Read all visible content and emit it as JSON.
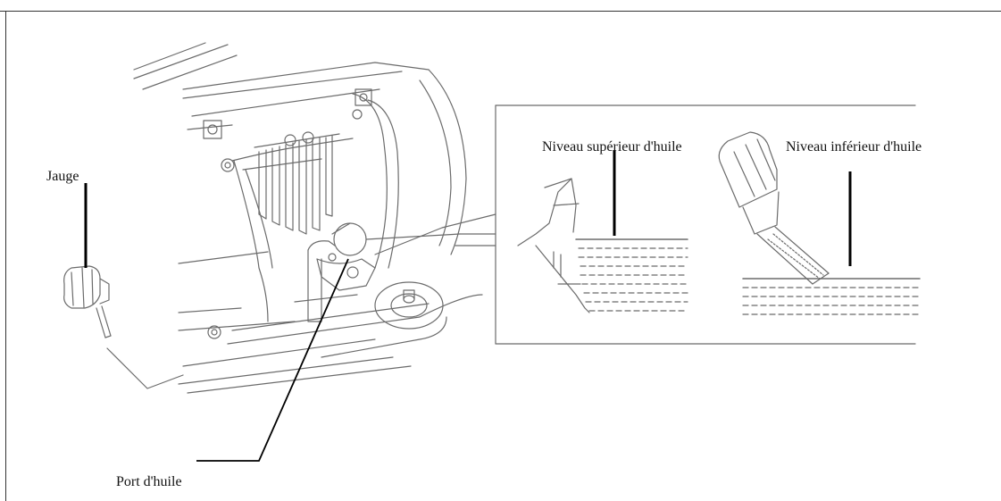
{
  "labels": {
    "dipstick": "Jauge",
    "oil_port": "Port d'huile",
    "upper_oil_level": "Niveau supérieur d'huile",
    "lower_oil_level": "Niveau inférieur d'huile"
  },
  "colors": {
    "line": "#6b6b6b",
    "leader": "#000000",
    "text": "#111111"
  }
}
